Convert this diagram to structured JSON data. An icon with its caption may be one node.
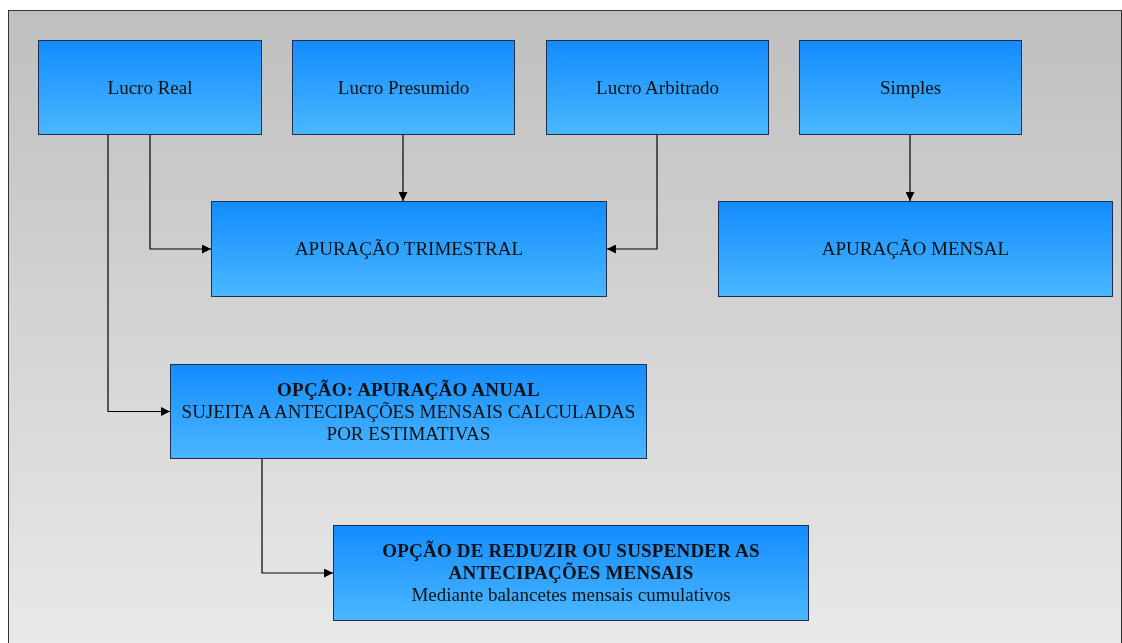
{
  "diagram": {
    "nodes": [
      {
        "text": [
          "Lucro Real"
        ]
      },
      {
        "text": [
          "Lucro Presumido"
        ]
      },
      {
        "text": [
          "Lucro Arbitrado"
        ]
      },
      {
        "text": [
          "Simples"
        ]
      },
      {
        "text": [
          "APURAÇÃO TRIMESTRAL"
        ]
      },
      {
        "text": [
          "APURAÇÃO MENSAL"
        ]
      },
      {
        "text": [
          "OPÇÃO: APURAÇÃO ANUAL",
          "SUJEITA A ANTECIPAÇÕES MENSAIS CALCULADAS POR ESTIMATIVAS"
        ]
      },
      {
        "text": [
          "OPÇÃO DE REDUZIR OU SUSPENDER AS ANTECIPAÇÕES MENSAIS",
          "Mediante balancetes mensais cumulativos"
        ]
      }
    ],
    "edges": [
      {
        "from": 0,
        "to": 4,
        "arrow": "to"
      },
      {
        "from": 1,
        "to": 4,
        "arrow": "to"
      },
      {
        "from": 2,
        "to": 4,
        "arrow": "to"
      },
      {
        "from": 3,
        "to": 5,
        "arrow": "to"
      },
      {
        "from": 0,
        "to": 6,
        "arrow": "to"
      },
      {
        "from": 6,
        "to": 7,
        "arrow": "to"
      }
    ]
  }
}
